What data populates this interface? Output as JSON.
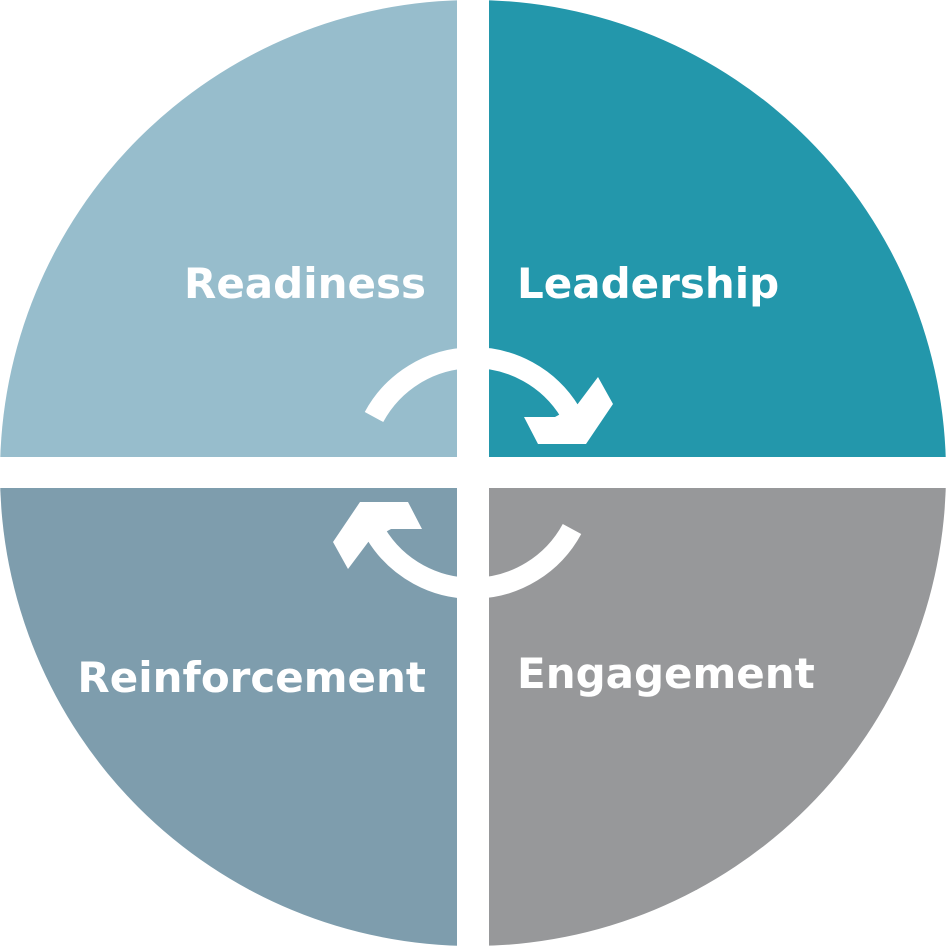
{
  "diagram": {
    "quadrants": [
      {
        "label": "Readiness",
        "color": "#97bdcc"
      },
      {
        "label": "Leadership",
        "color": "#2397ab"
      },
      {
        "label": "Engagement",
        "color": "#97989a"
      },
      {
        "label": "Reinforcement",
        "color": "#7e9dad"
      }
    ],
    "arrow_color": "#ffffff",
    "cycle_direction": "clockwise"
  }
}
